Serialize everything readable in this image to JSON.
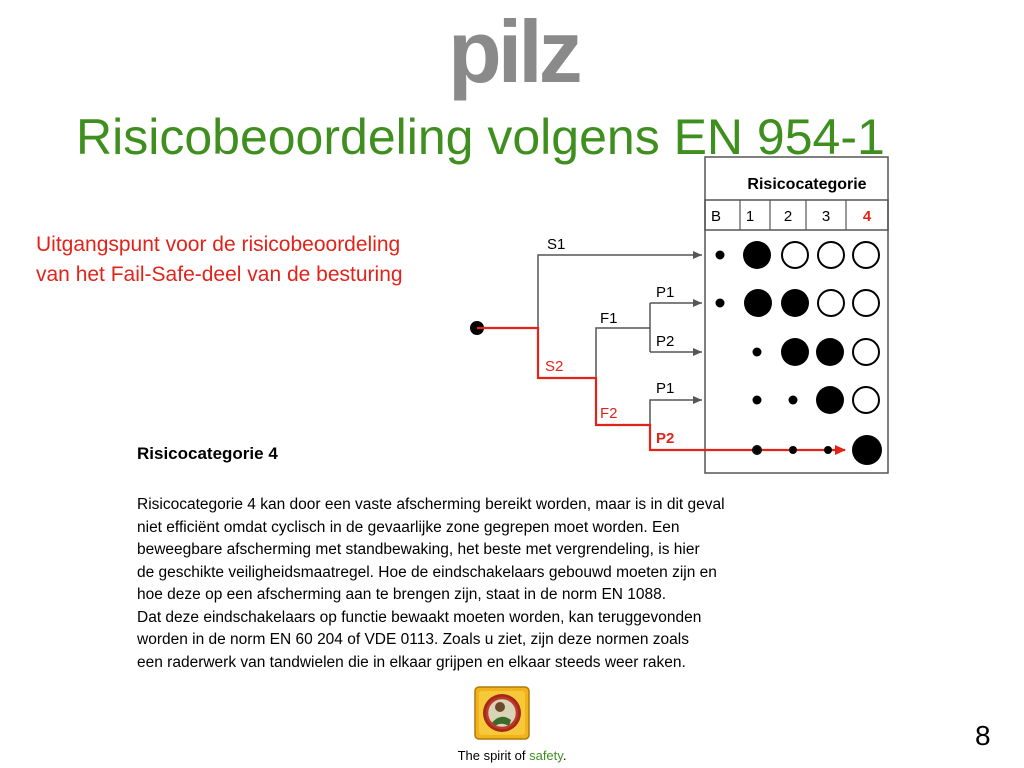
{
  "brand": {
    "logo": "pilz"
  },
  "title": "Risicobeoordeling volgens EN 954-1",
  "subtitle": {
    "line1": "Uitgangspunt voor de risicobeoordeling",
    "line2": "van het Fail-Safe-deel van de besturing"
  },
  "diagram": {
    "category_header": "Risicocategorie",
    "categories": [
      "B",
      "1",
      "2",
      "3",
      "4"
    ],
    "branches": {
      "s1": "S1",
      "s2": "S2",
      "f1": "F1",
      "f2": "F2",
      "p1_top": "P1",
      "p2_top": "P2",
      "p1_bottom": "P1",
      "p2_bottom": "P2"
    },
    "colors": {
      "highlight": "#e2231a",
      "line": "#555555"
    }
  },
  "section": {
    "heading": "Risicocategorie 4",
    "lines": [
      "Risicocategorie 4 kan door een vaste afscherming bereikt worden, maar is in dit geval",
      "niet efficiënt omdat cyclisch in de gevaarlijke zone gegrepen moet worden. Een",
      "beweegbare afscherming met standbewaking, het beste met vergrendeling, is hier",
      "de geschikte veiligheidsmaatregel. Hoe de eindschakelaars gebouwd moeten zijn en",
      "hoe deze op een afscherming aan te brengen zijn, staat in de norm EN 1088.",
      "Dat deze eindschakelaars op functie bewaakt moeten worden, kan teruggevonden",
      "worden in de norm EN 60 204 of VDE 0113. Zoals u ziet, zijn deze normen zoals",
      "een raderwerk van tandwielen die in elkaar grijpen en elkaar steeds weer raken."
    ]
  },
  "footer": {
    "prefix": "The spirit of ",
    "highlight": "safety",
    "suffix": "."
  },
  "page_number": "8"
}
